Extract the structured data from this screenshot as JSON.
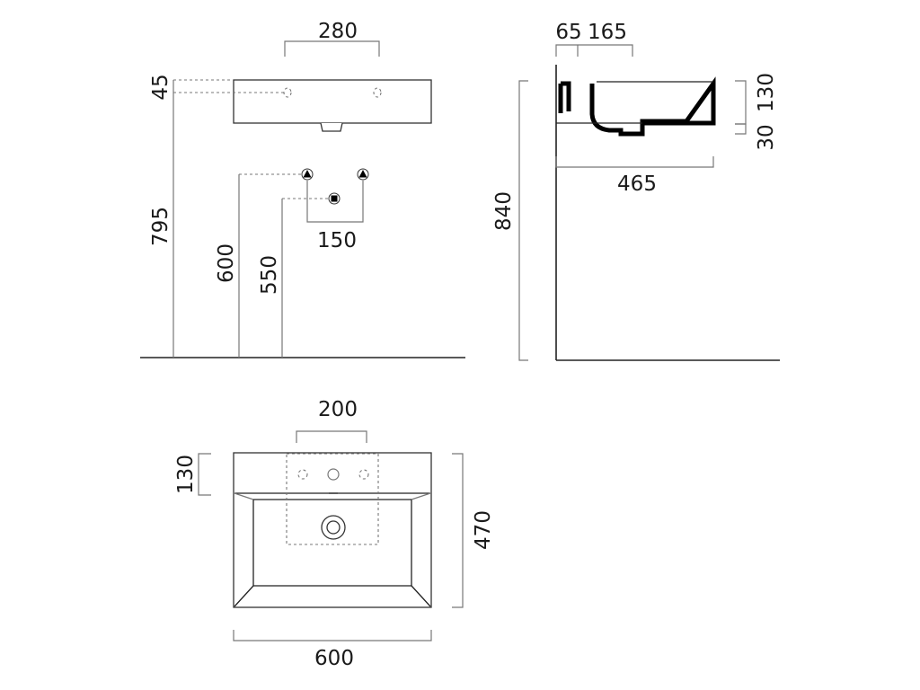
{
  "front_view": {
    "width_top_label": "280",
    "tap_height_label": "45",
    "rim_height_label": "795",
    "supply_height_label": "600",
    "waste_height_label": "550",
    "supply_spacing_label": "150"
  },
  "side_view": {
    "offset_a_label": "65",
    "offset_b_label": "165",
    "total_height_label": "840",
    "bowl_depth_label": "130",
    "base_thickness_label": "30",
    "depth_label": "465"
  },
  "plan_view": {
    "tap_zone_width_label": "200",
    "tap_zone_depth_label": "130",
    "depth_label": "470",
    "width_label": "600"
  },
  "colors": {
    "line": "#777777",
    "outline": "#333333",
    "section": "#000000",
    "text": "#1a1a1a"
  }
}
